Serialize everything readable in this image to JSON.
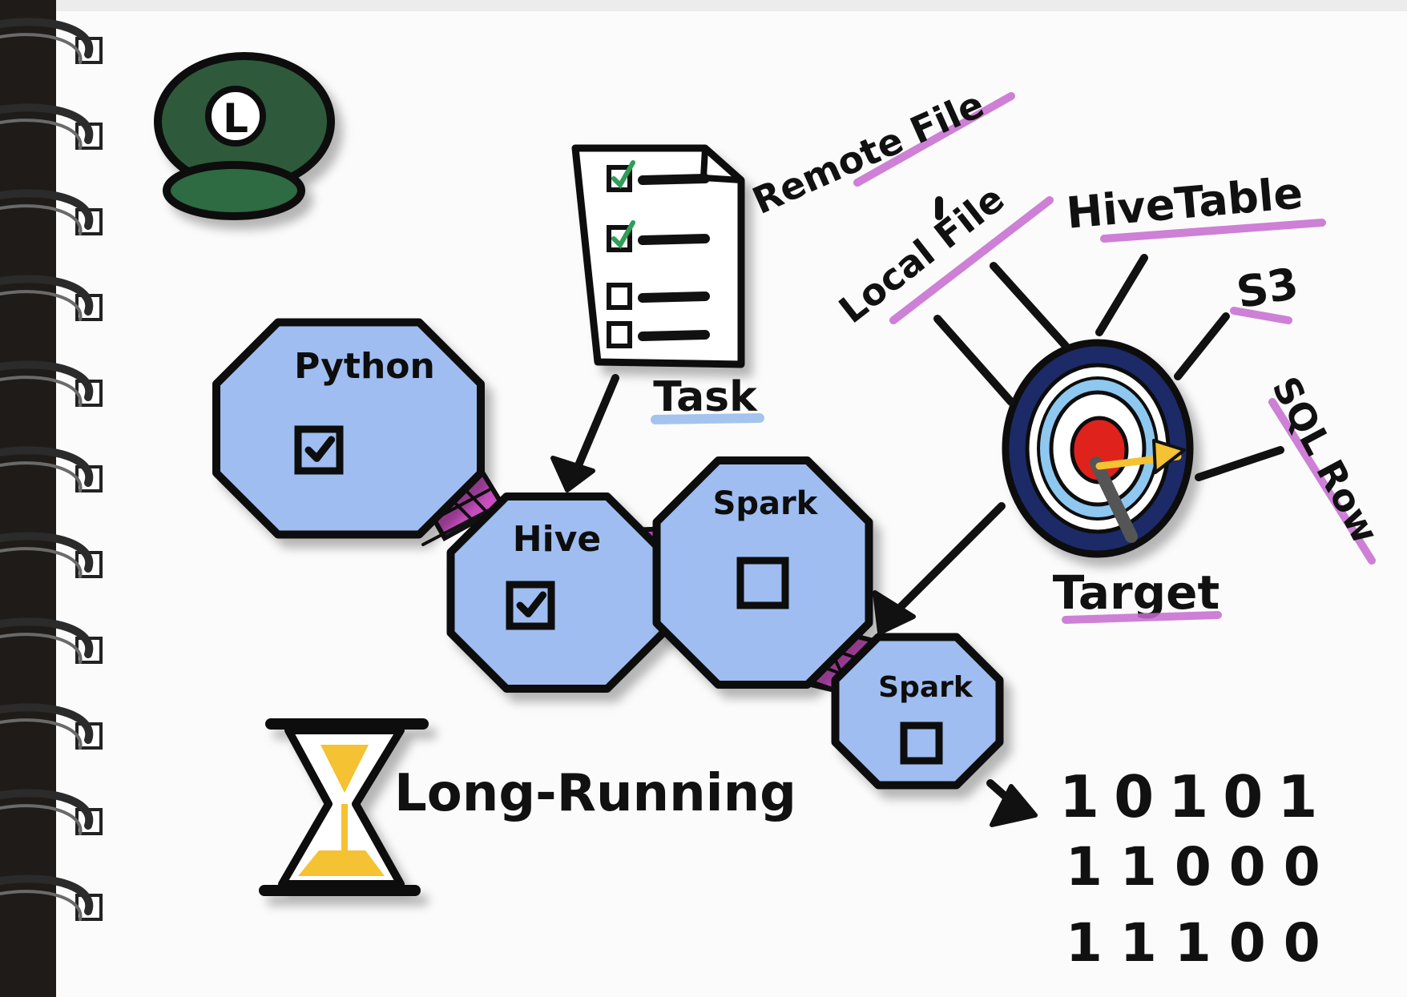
{
  "logo": {
    "letter": "L",
    "name": "luigi-cap-logo"
  },
  "task": {
    "label": "Task",
    "checklist": [
      true,
      true,
      false,
      false
    ]
  },
  "tasks": [
    {
      "label": "Python",
      "checked": true
    },
    {
      "label": "Hive",
      "checked": true
    },
    {
      "label": "Spark",
      "checked": false
    },
    {
      "label": "Spark",
      "checked": false
    }
  ],
  "target": {
    "label": "Target",
    "types": [
      "Remote File",
      "Local File",
      "HiveTable",
      "S3",
      "SQL Row"
    ]
  },
  "long_running": {
    "label": "Long-Running"
  },
  "binary": {
    "lines": [
      "10101",
      "11000",
      "11100"
    ]
  },
  "colors": {
    "ink": "#111111",
    "node_fill": "#9fbdf0",
    "link_fill": "#c94fc0",
    "cap_green": "#2d5a3a",
    "highlight_pink": "#c66bd0",
    "highlight_blue": "#8fb7ea",
    "bullseye_red": "#e0241e",
    "sand_yellow": "#f4c232",
    "paper": "#fbfbfb",
    "spiral_bg": "#1e1b19"
  }
}
